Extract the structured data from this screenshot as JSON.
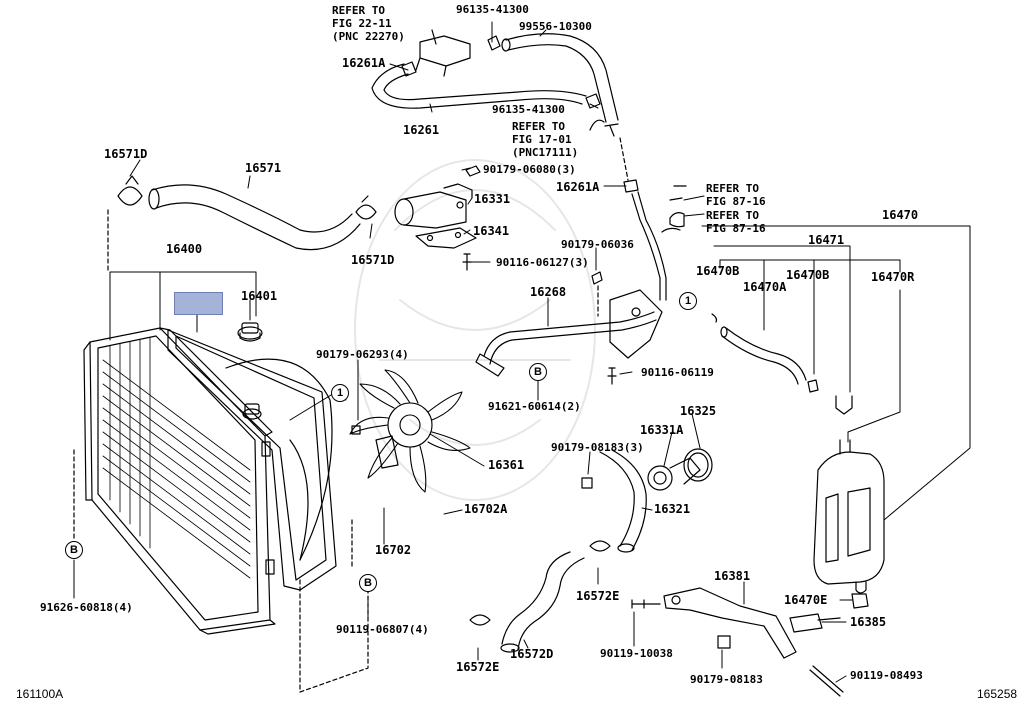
{
  "diagram": {
    "refs": {
      "fig22": [
        "REFER TO",
        "FIG 22-11",
        "(PNC 22270)"
      ],
      "fig17": [
        "REFER TO",
        "FIG 17-01",
        "(PNC17111)"
      ],
      "fig87a": [
        "REFER TO",
        "FIG 87-16"
      ],
      "fig87b": [
        "REFER TO",
        "FIG 87-16"
      ]
    },
    "parts": {
      "p96135_top": "96135-41300",
      "p99556": "99556-10300",
      "p16261A_top": "16261A",
      "p16261": "16261",
      "p96135_mid": "96135-41300",
      "p16571D_top": "16571D",
      "p16571": "16571",
      "p90179_06080": "90179-06080(3)",
      "p16261A_mid": "16261A",
      "p16331": "16331",
      "p16341": "16341",
      "p90179_06036": "90179-06036",
      "p90116_06127": "90116-06127(3)",
      "p16400": "16400",
      "p16401": "16401",
      "p16571D_bot": "16571D",
      "p16268": "16268",
      "p16470": "16470",
      "p16471": "16471",
      "p16470B_left": "16470B",
      "p16470B_right": "16470B",
      "p16470A": "16470A",
      "p16470R": "16470R",
      "p90179_06293": "90179-06293(4)",
      "p90116_06119": "90116-06119",
      "p91621": "91621-60614(2)",
      "p16325": "16325",
      "p16331A": "16331A",
      "p90179_08183_3": "90179-08183(3)",
      "p16361": "16361",
      "p16702A": "16702A",
      "p16321": "16321",
      "p16702": "16702",
      "p16381": "16381",
      "p16572E_top": "16572E",
      "p16470E": "16470E",
      "p16385": "16385",
      "p91626": "91626-60818(4)",
      "p90119_06807": "90119-06807(4)",
      "p90119_10038": "90119-10038",
      "p16572D": "16572D",
      "p90179_08183": "90179-08183",
      "p90119_08493": "90119-08493",
      "p16572E_bot": "16572E"
    },
    "callouts": {
      "one": "1",
      "b": "B"
    },
    "corner_left": "161100A",
    "corner_right": "165258",
    "highlight_color": "#a6b3d8"
  }
}
